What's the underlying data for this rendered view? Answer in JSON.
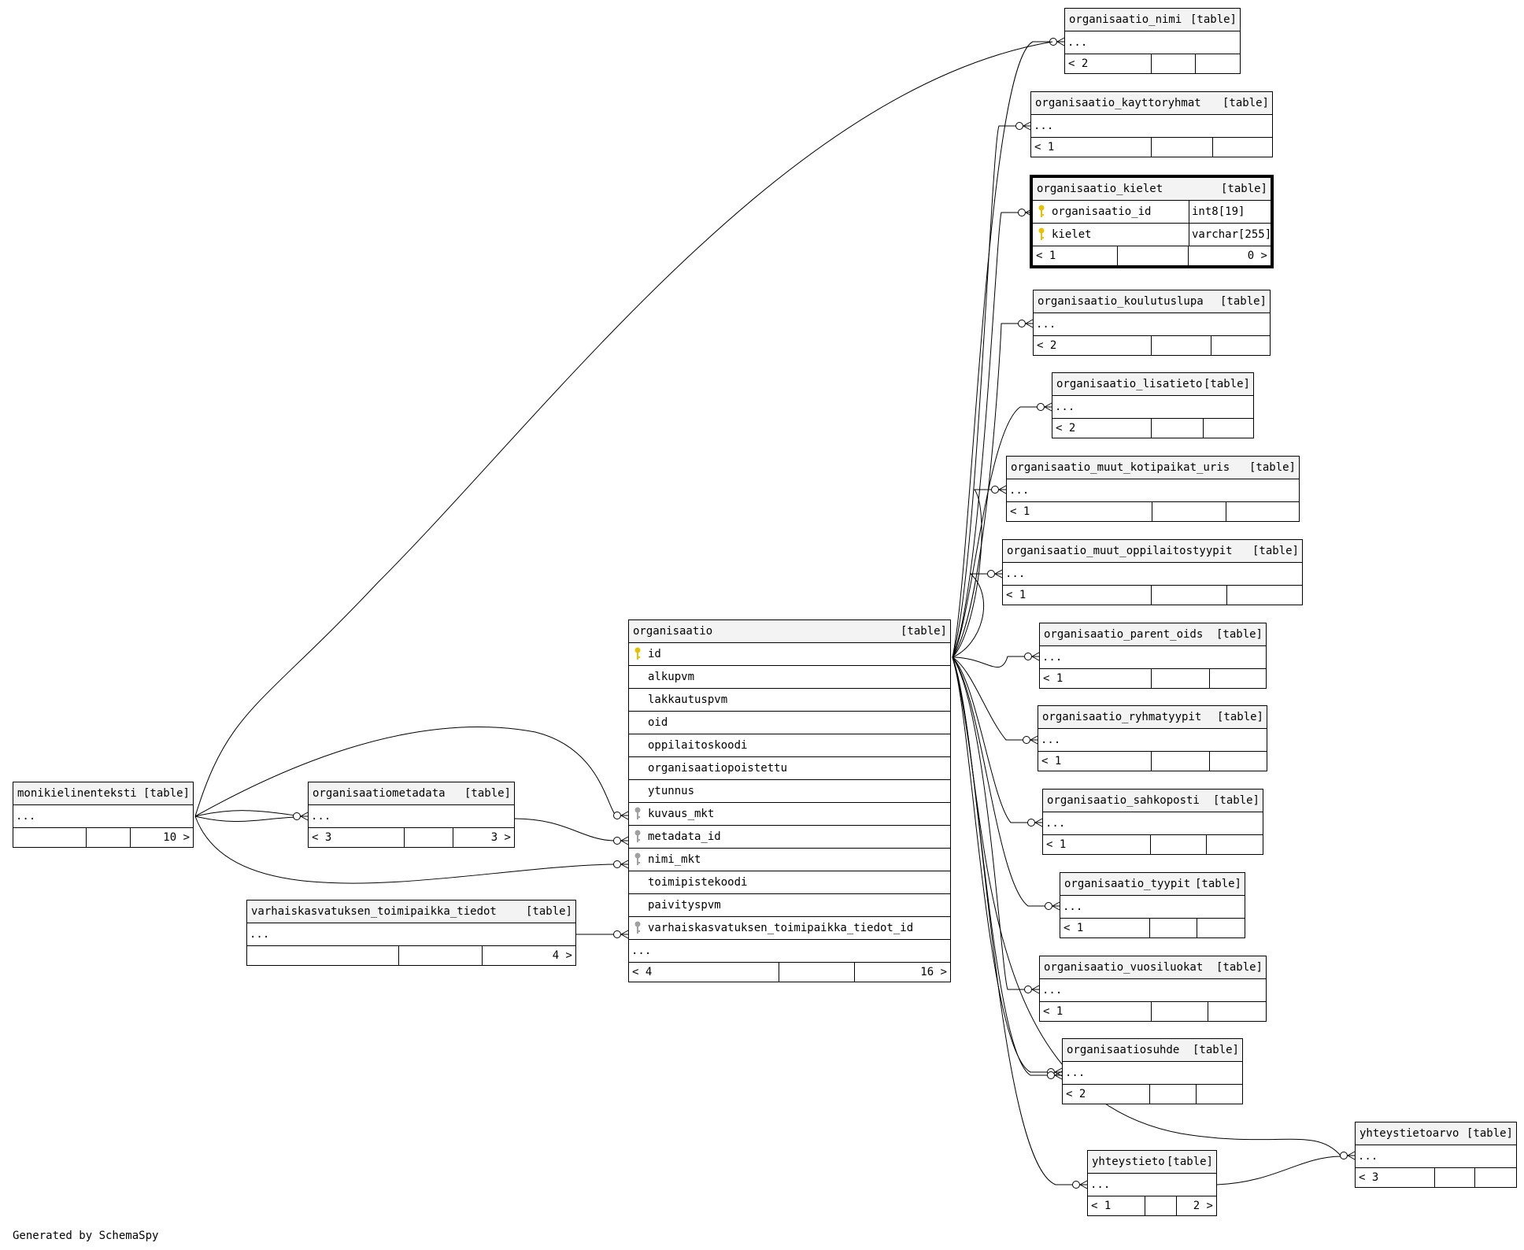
{
  "diagram": {
    "footer": "Generated by SchemaSpy",
    "table_tag": "[table]",
    "tables": {
      "organisaatio_nimi": {
        "name": "organisaatio_nimi",
        "ellipsis": "...",
        "parents": "< 2",
        "mid": "",
        "children": ""
      },
      "organisaatio_kayttoryhmat": {
        "name": "organisaatio_kayttoryhmat",
        "ellipsis": "...",
        "parents": "< 1",
        "mid": "",
        "children": ""
      },
      "organisaatio_kielet": {
        "name": "organisaatio_kielet",
        "columns": [
          {
            "name": "organisaatio_id",
            "type": "int8[19]",
            "key": "primary"
          },
          {
            "name": "kielet",
            "type": "varchar[255]",
            "key": "primary"
          }
        ],
        "parents": "< 1",
        "mid": "",
        "children": "0 >"
      },
      "organisaatio_koulutuslupa": {
        "name": "organisaatio_koulutuslupa",
        "ellipsis": "...",
        "parents": "< 2",
        "mid": "",
        "children": ""
      },
      "organisaatio_lisatieto": {
        "name": "organisaatio_lisatieto",
        "ellipsis": "...",
        "parents": "< 2",
        "mid": "",
        "children": ""
      },
      "organisaatio_muut_kotipaikat_uris": {
        "name": "organisaatio_muut_kotipaikat_uris",
        "ellipsis": "...",
        "parents": "< 1",
        "mid": "",
        "children": ""
      },
      "organisaatio_muut_oppilaitostyypit": {
        "name": "organisaatio_muut_oppilaitostyypit",
        "ellipsis": "...",
        "parents": "< 1",
        "mid": "",
        "children": ""
      },
      "organisaatio_parent_oids": {
        "name": "organisaatio_parent_oids",
        "ellipsis": "...",
        "parents": "< 1",
        "mid": "",
        "children": ""
      },
      "organisaatio_ryhmatyypit": {
        "name": "organisaatio_ryhmatyypit",
        "ellipsis": "...",
        "parents": "< 1",
        "mid": "",
        "children": ""
      },
      "organisaatio_sahkoposti": {
        "name": "organisaatio_sahkoposti",
        "ellipsis": "...",
        "parents": "< 1",
        "mid": "",
        "children": ""
      },
      "organisaatio_tyypit": {
        "name": "organisaatio_tyypit",
        "ellipsis": "...",
        "parents": "< 1",
        "mid": "",
        "children": ""
      },
      "organisaatio_vuosiluokat": {
        "name": "organisaatio_vuosiluokat",
        "ellipsis": "...",
        "parents": "< 1",
        "mid": "",
        "children": ""
      },
      "organisaatiosuhde": {
        "name": "organisaatiosuhde",
        "ellipsis": "...",
        "parents": "< 2",
        "mid": "",
        "children": ""
      },
      "yhteystietoarvo": {
        "name": "yhteystietoarvo",
        "ellipsis": "...",
        "parents": "< 3",
        "mid": "",
        "children": ""
      },
      "yhteystieto": {
        "name": "yhteystieto",
        "ellipsis": "...",
        "parents": "< 1",
        "mid": "",
        "children": "2 >"
      },
      "monikielinenteksti": {
        "name": "monikielinenteksti",
        "ellipsis": "...",
        "parents": "",
        "mid": "",
        "children": "10 >"
      },
      "organisaatiometadata": {
        "name": "organisaatiometadata",
        "ellipsis": "...",
        "parents": "< 3",
        "mid": "",
        "children": "3 >"
      },
      "varhaiskasvatuksen_toimipaikka_tiedot": {
        "name": "varhaiskasvatuksen_toimipaikka_tiedot",
        "ellipsis": "...",
        "parents": "",
        "mid": "",
        "children": "4 >"
      },
      "organisaatio": {
        "name": "organisaatio",
        "columns": [
          {
            "name": "id",
            "key": "primary"
          },
          {
            "name": "alkupvm",
            "key": "none"
          },
          {
            "name": "lakkautuspvm",
            "key": "none"
          },
          {
            "name": "oid",
            "key": "none"
          },
          {
            "name": "oppilaitoskoodi",
            "key": "none"
          },
          {
            "name": "organisaatiopoistettu",
            "key": "none"
          },
          {
            "name": "ytunnus",
            "key": "none"
          },
          {
            "name": "kuvaus_mkt",
            "key": "foreign"
          },
          {
            "name": "metadata_id",
            "key": "foreign"
          },
          {
            "name": "nimi_mkt",
            "key": "foreign"
          },
          {
            "name": "toimipistekoodi",
            "key": "none"
          },
          {
            "name": "paivityspvm",
            "key": "none"
          },
          {
            "name": "varhaiskasvatuksen_toimipaikka_tiedot_id",
            "key": "foreign"
          }
        ],
        "ellipsis": "...",
        "parents": "< 4",
        "mid": "",
        "children": "16 >"
      }
    },
    "colors": {
      "primary_key": "#e6c300",
      "foreign_key": "#a0a0a0",
      "header_bg": "#f3f3f3"
    }
  }
}
